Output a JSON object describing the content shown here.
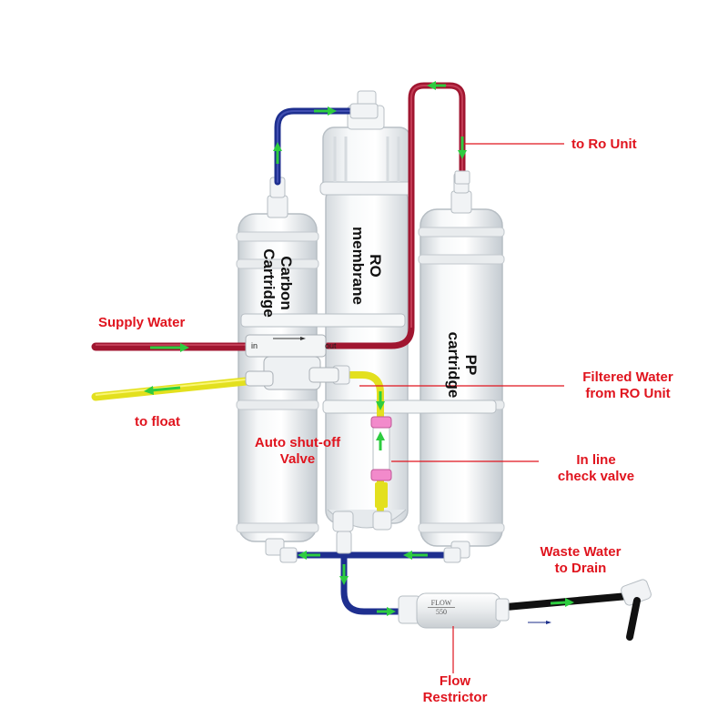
{
  "labels": {
    "to_ro_unit": "to Ro Unit",
    "supply_water": "Supply Water",
    "to_float": "to float",
    "filtered_water_line1": "Filtered Water",
    "filtered_water_line2": "from RO Unit",
    "auto_shutoff_line1": "Auto shut-off",
    "auto_shutoff_line2": "Valve",
    "inline_check_line1": "In line",
    "inline_check_line2": "check valve",
    "waste_water_line1": "Waste Water",
    "waste_water_line2": "to Drain",
    "flow_restrictor_line1": "Flow",
    "flow_restrictor_line2": "Restrictor"
  },
  "cartridges": {
    "carbon_line1": "Carbon",
    "carbon_line2": "Cartridge",
    "ro_line1": "RO",
    "ro_line2": "membrane",
    "pp_line1": "PP",
    "pp_line2": "cartridge"
  },
  "valve_marks": {
    "in": "in",
    "out": "out"
  },
  "flow_restrictor_marks": {
    "top": "FLOW",
    "value": "550"
  },
  "colors": {
    "label_red": "#e0141e",
    "pointer_line": "#e0141e",
    "supply_tube": "#a01630",
    "feed_tube": "#1e2f8f",
    "filtered_tube": "#e3e01e",
    "drain_tube": "#111111",
    "flow_arrow": "#2ecc40",
    "housing": "#eef1f3"
  }
}
